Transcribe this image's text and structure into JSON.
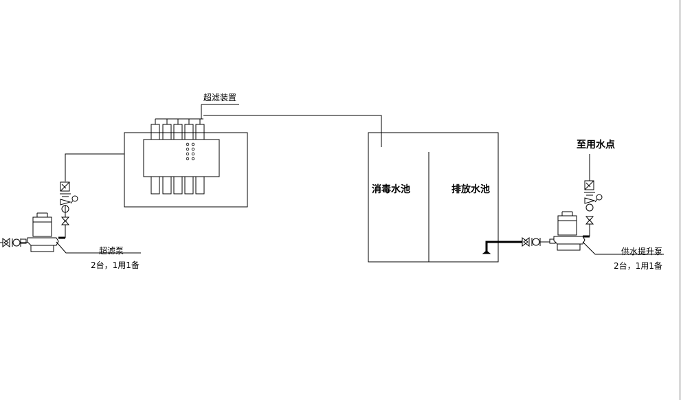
{
  "labels": {
    "uf_device": "超滤装置",
    "uf_pump": "超滤泵",
    "uf_pump_qty": "2台，1用1备",
    "disinfection_tank": "消毒水池",
    "discharge_tank": "排放水池",
    "to_use_point": "至用水点",
    "supply_pump": "供水提升泵",
    "supply_pump_qty": "2台，1用1备"
  }
}
